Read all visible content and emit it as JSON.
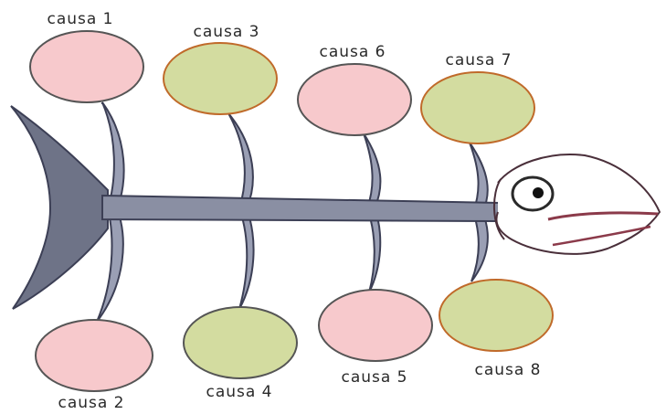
{
  "colors": {
    "pink_fill": "#f7c9cc",
    "green_fill": "#d3dca0",
    "pink_stroke": "#555555",
    "green_stroke": "#c06a2a",
    "bone": "#8a8fa3",
    "bone_dark": "#3c3f55",
    "tail": "#6e7387",
    "head_line": "#4a2f3a",
    "lip": "#8b3a4a"
  },
  "causes": [
    {
      "label": "causa 1",
      "color": "pink"
    },
    {
      "label": "causa 2",
      "color": "pink"
    },
    {
      "label": "causa 3",
      "color": "green"
    },
    {
      "label": "causa 4",
      "color": "green"
    },
    {
      "label": "causa 6",
      "color": "pink"
    },
    {
      "label": "causa 5",
      "color": "pink"
    },
    {
      "label": "causa 7",
      "color": "green"
    },
    {
      "label": "causa 8",
      "color": "green"
    }
  ]
}
